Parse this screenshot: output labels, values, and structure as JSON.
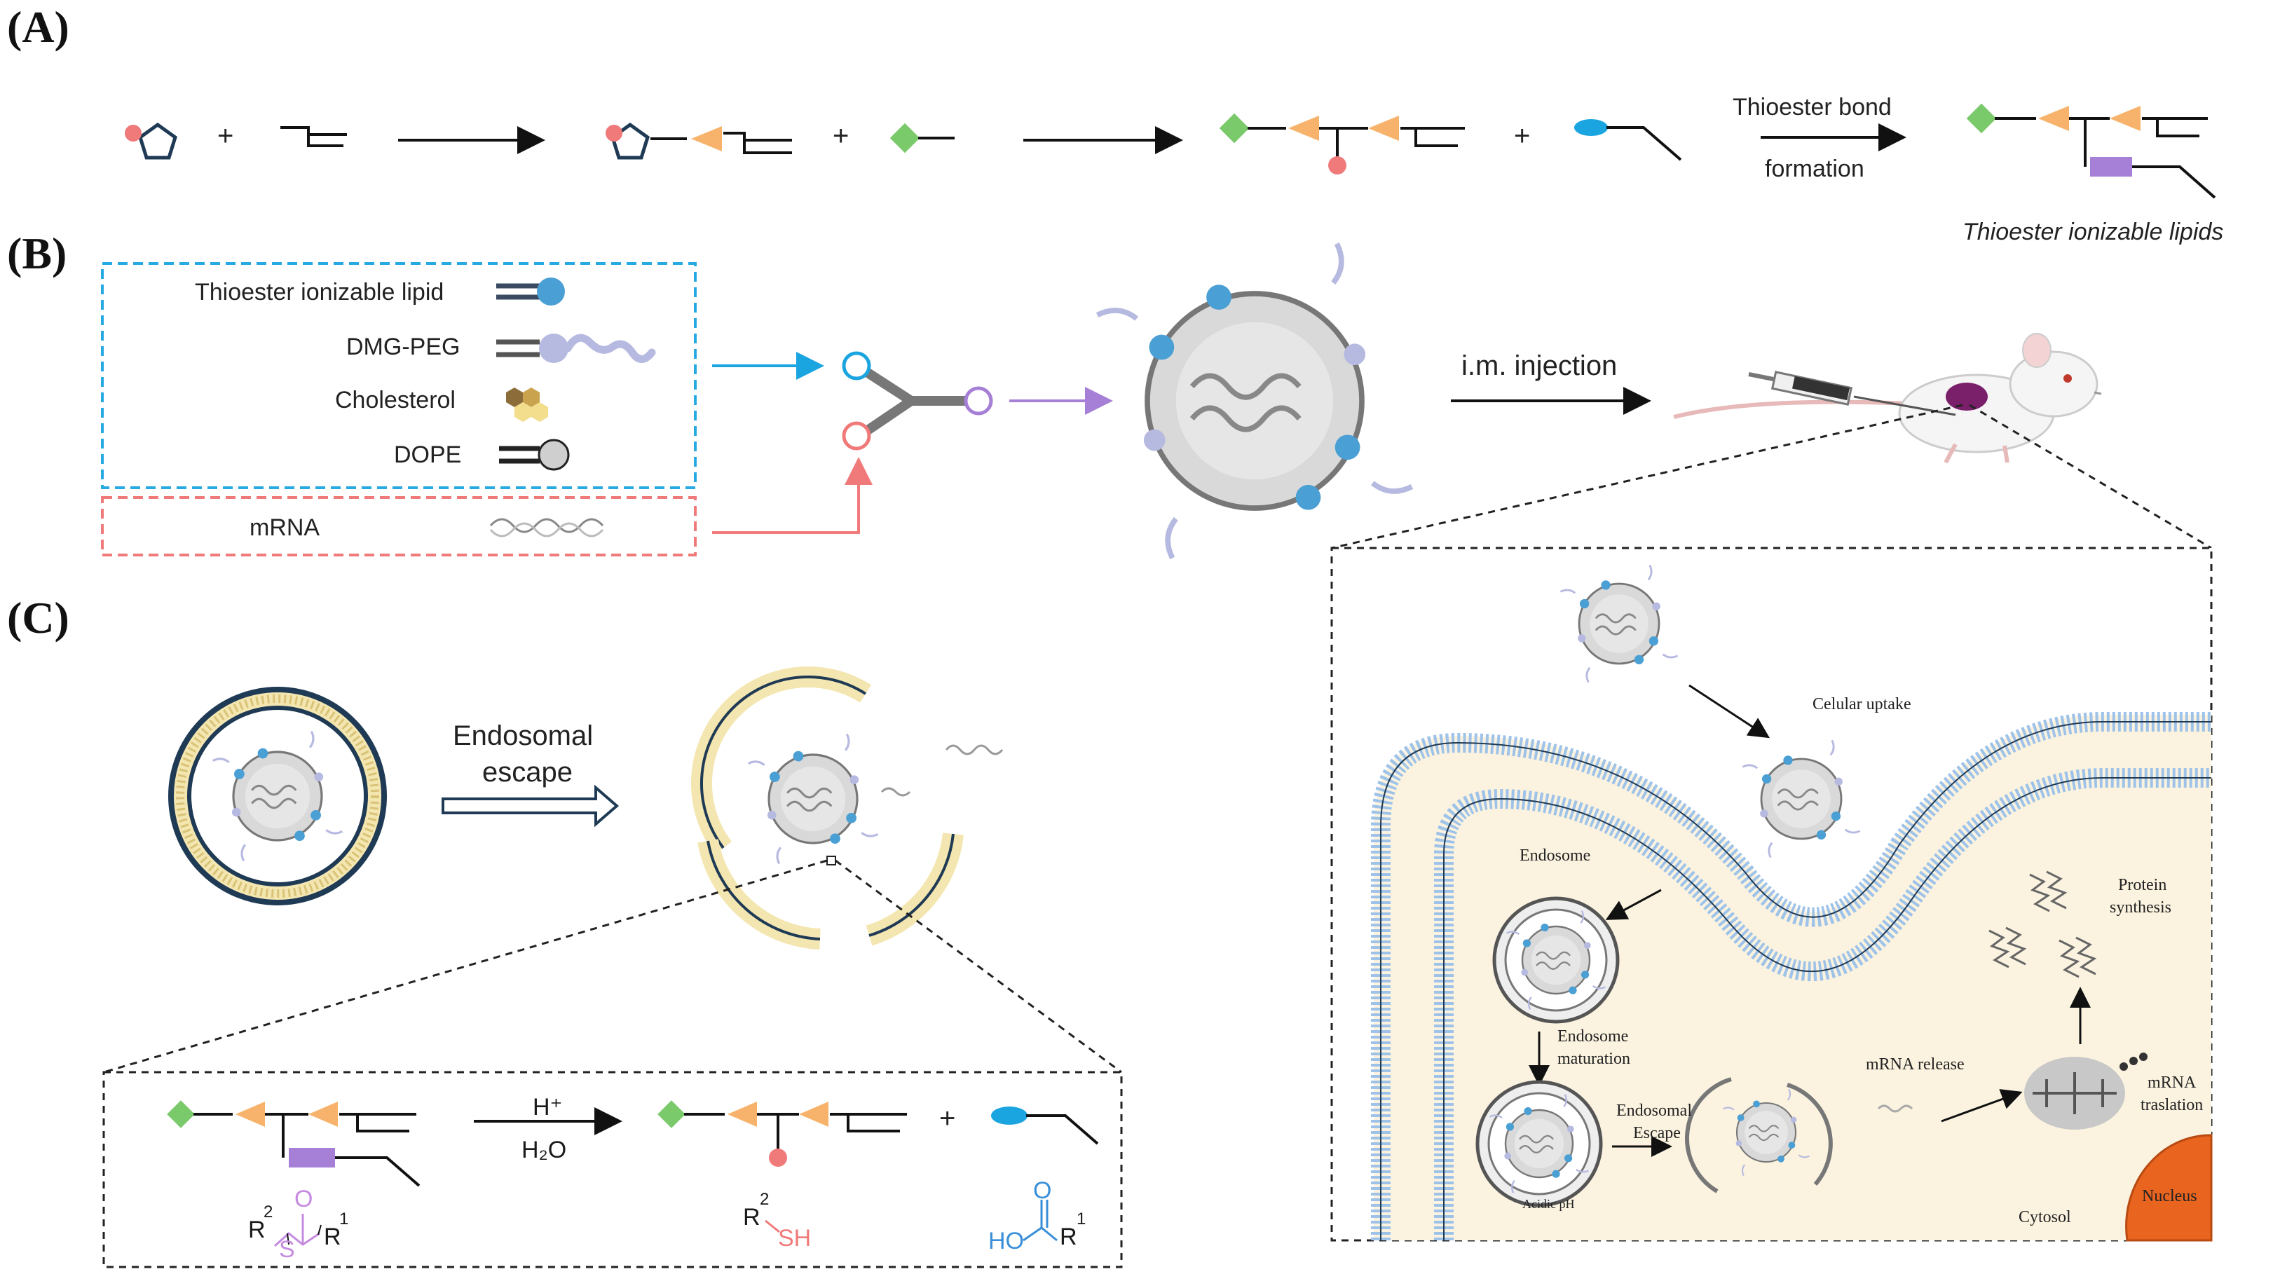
{
  "panels": {
    "a": "(A)",
    "b": "(B)",
    "c": "(C)"
  },
  "panel_a": {
    "plus": "+",
    "reaction_label_1": "Thioester bond",
    "reaction_label_2": "formation",
    "product_caption": "Thioester ionizable lipids"
  },
  "panel_b": {
    "components": [
      {
        "label": "Thioester ionizable lipid",
        "icon": "ionizable-lipid-icon"
      },
      {
        "label": "DMG-PEG",
        "icon": "peg-lipid-icon"
      },
      {
        "label": "Cholesterol",
        "icon": "cholesterol-icon"
      },
      {
        "label": "DOPE",
        "icon": "dope-lipid-icon"
      }
    ],
    "mrna_label": "mRNA",
    "injection_label": "i.m. injection"
  },
  "panel_c": {
    "escape_label_1": "Endosomal",
    "escape_label_2": "escape",
    "reaction": {
      "h_plus": "H⁺",
      "h2o": "H₂O",
      "plus": "+",
      "thioester_r2": "R",
      "thioester_r2_sup": "2",
      "thioester_s": "S",
      "thioester_o": "O",
      "thioester_r1": "R",
      "thioester_r1_sup": "1",
      "thiol_r": "R",
      "thiol_sup": "2",
      "thiol_sh": "SH",
      "acid_ho": "HO",
      "acid_o": "O",
      "acid_r": "R",
      "acid_sup": "1"
    }
  },
  "cell_panel": {
    "uptake": "Celular uptake",
    "endosome": "Endosome",
    "maturation_1": "Endosome",
    "maturation_2": "maturation",
    "acidic": "Acidic pH",
    "escape_1": "Endosomal",
    "escape_2": "Escape",
    "release": "mRNA release",
    "translation_1": "mRNA",
    "translation_2": "traslation",
    "protein_1": "Protein",
    "protein_2": "synthesis",
    "cytosol": "Cytosol",
    "nucleus": "Nucleus"
  },
  "colors": {
    "green": "#7ac96a",
    "orange": "#f7b36b",
    "pink": "#f0707a",
    "blue": "#1aa5e0",
    "purple": "#b07fd8",
    "cyan_dash": "#27a9e1",
    "red_dash": "#f07a7a",
    "cytosol": "#fbf3e0",
    "membrane": "#b8d3ee",
    "nucleus": "#e8641f"
  }
}
